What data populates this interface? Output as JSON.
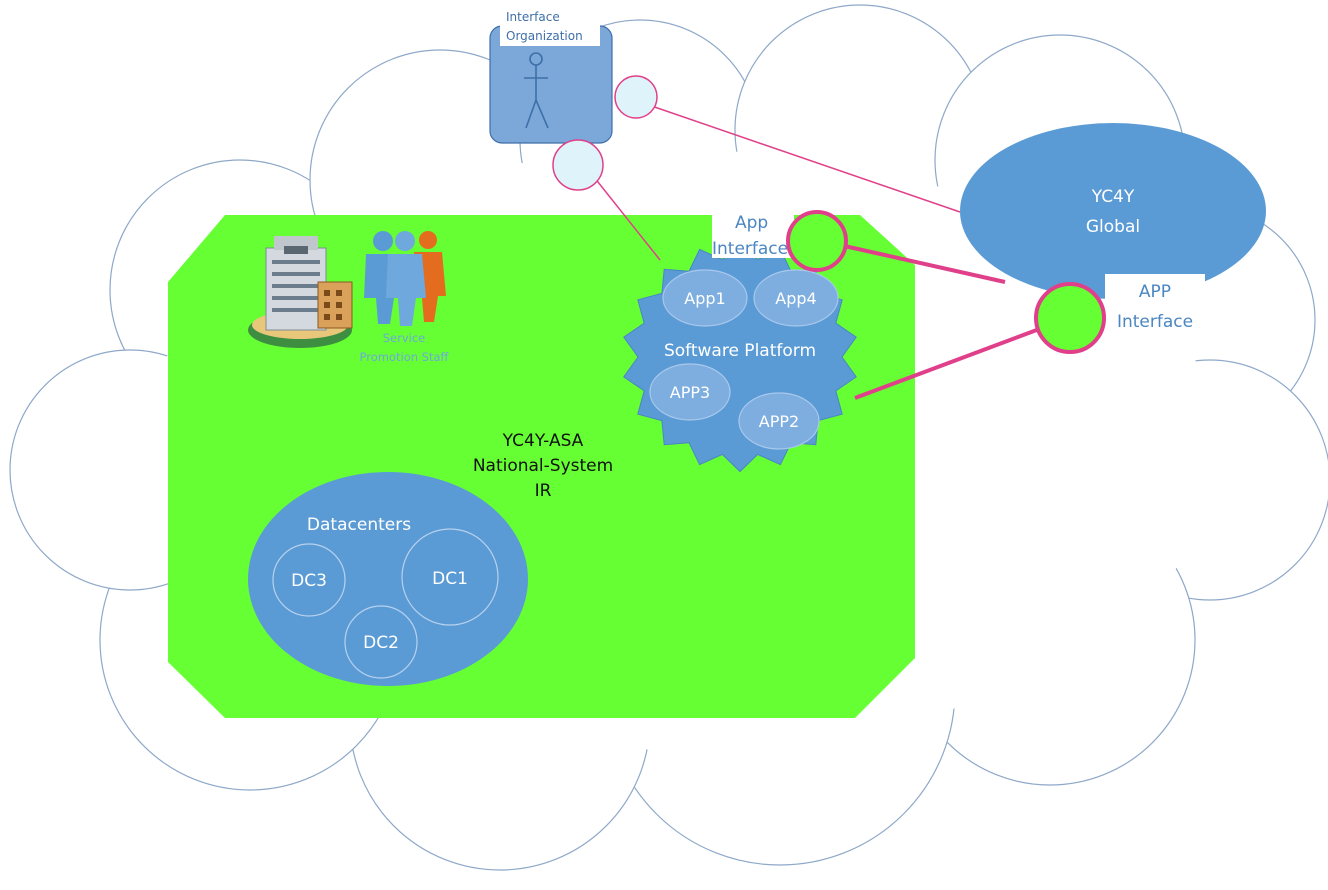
{
  "interface_organization": {
    "line1": "Interface",
    "line2": "Organization"
  },
  "national_system": {
    "line1": "YC4Y-ASA",
    "line2": "National-System",
    "line3": "IR"
  },
  "staff": {
    "line1": "Service",
    "line2": "Promotion Staff"
  },
  "software_platform": {
    "label": "Software Platform",
    "apps": [
      "App1",
      "App4",
      "APP3",
      "APP2"
    ]
  },
  "app_interface_local": {
    "line1": "App",
    "line2": "Interface"
  },
  "global": {
    "line1": "YC4Y",
    "line2": "Global"
  },
  "app_interface_global": {
    "line1": "APP",
    "line2": "Interface"
  },
  "datacenters": {
    "label": "Datacenters",
    "items": [
      "DC3",
      "DC1",
      "DC2"
    ]
  },
  "colors": {
    "green_zone": "#66ff33",
    "blue_shape": "#5b9bd5",
    "interface_pink": "#e0408a",
    "light_circle": "#dff3fb",
    "cloud_stroke": "#8ea8c8"
  }
}
